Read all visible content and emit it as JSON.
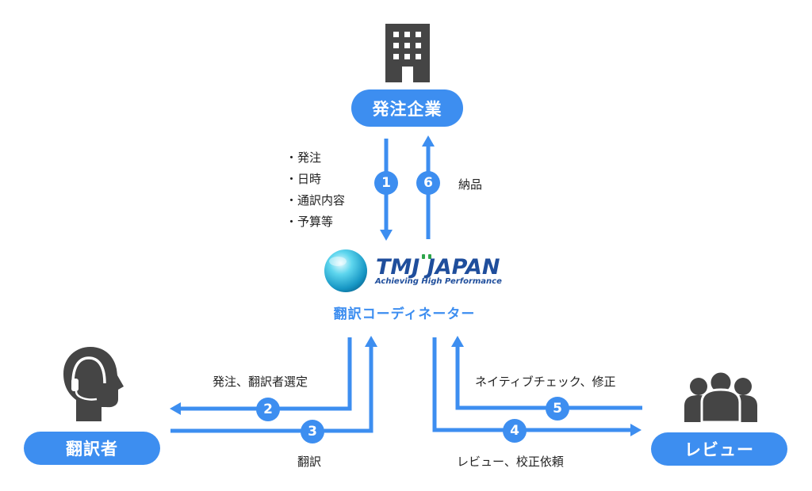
{
  "client": {
    "label": "発注企業",
    "icon": "building-icon"
  },
  "order_details": [
    "発注",
    "日時",
    "通訳内容",
    "予算等"
  ],
  "delivery_label": "納品",
  "logo": {
    "name": "TMJ JAPAN",
    "tagline": "Achieving High Performance"
  },
  "coordinator_label": "翻訳コーディネーター",
  "translator": {
    "label": "翻訳者",
    "icon": "headset-person-icon"
  },
  "reviewer": {
    "label": "レビュー",
    "icon": "group-people-icon"
  },
  "steps": [
    {
      "number": "1"
    },
    {
      "number": "2",
      "label": "発注、翻訳者選定"
    },
    {
      "number": "3",
      "label": "翻訳"
    },
    {
      "number": "4",
      "label": "レビュー、校正依頼"
    },
    {
      "number": "5",
      "label": "ネイティブチェック、修正"
    },
    {
      "number": "6"
    }
  ],
  "colors": {
    "accent": "#3d8ef0",
    "icon": "#454545",
    "logo_blue": "#1f4e9c",
    "logo_green": "#2da54a"
  }
}
